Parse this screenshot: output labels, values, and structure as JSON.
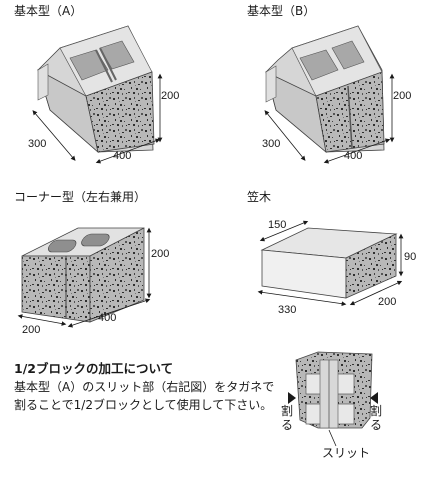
{
  "blocks": {
    "basic_a": {
      "label": "基本型（A）",
      "height": "200",
      "depth": "300",
      "width": "400"
    },
    "basic_b": {
      "label": "基本型（B）",
      "height": "200",
      "depth": "300",
      "width": "400"
    },
    "corner": {
      "label": "コーナー型（左右兼用）",
      "height": "200",
      "depth": "200",
      "width": "400"
    },
    "kasagi": {
      "label": "笠木",
      "top_depth": "150",
      "height": "90",
      "length": "330",
      "width": "200"
    }
  },
  "note": {
    "title": "1/2ブロックの加工について",
    "line1": "基本型（A）のスリット部（右記図）をタガネで",
    "line2": "割ることで1/2ブロックとして使用して下さい。",
    "split_left": [
      "割",
      "る"
    ],
    "split_right": [
      "割",
      "る"
    ],
    "slit_label": "スリット"
  },
  "colors": {
    "face": "#bcbcbc",
    "speckle": "#2f2f2f",
    "light": "#e4e4e4",
    "outline": "#333333"
  }
}
